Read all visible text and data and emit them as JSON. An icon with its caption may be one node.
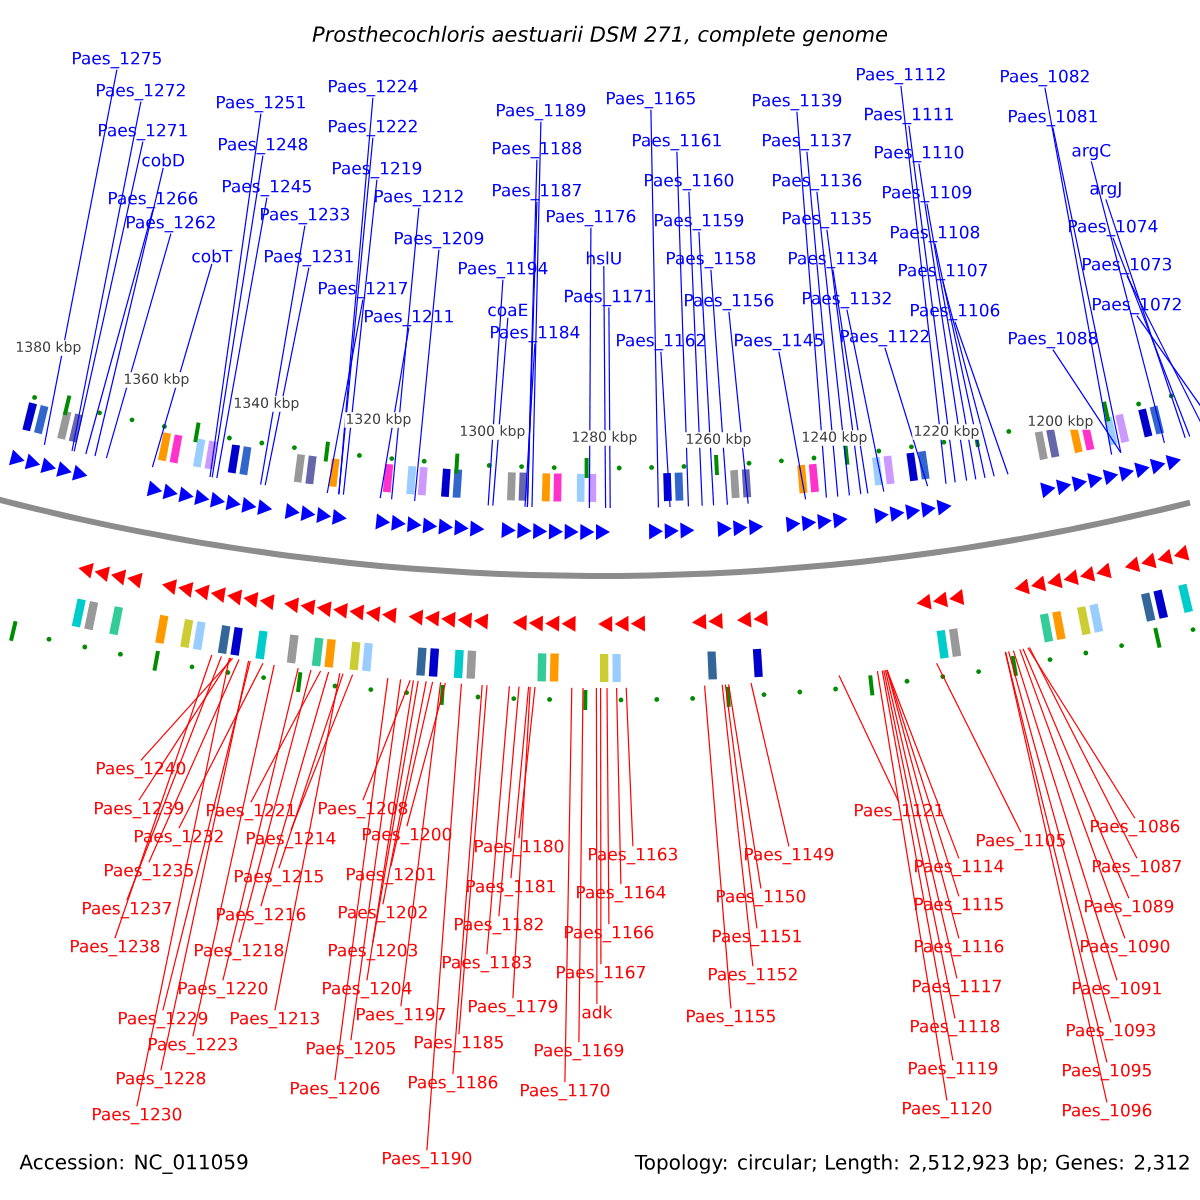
{
  "diagram": {
    "title": "Prosthecochloris aestuarii DSM 271, complete genome",
    "nodes": [
      {
        "text": [
          "Paes_1275"
        ]
      },
      {
        "text": [
          "Paes_1272"
        ]
      },
      {
        "text": [
          "Paes_1271"
        ]
      },
      {
        "text": [
          "cobD"
        ]
      },
      {
        "text": [
          "Paes_1266"
        ]
      },
      {
        "text": [
          "Paes_1262"
        ]
      },
      {
        "text": [
          "cobT"
        ]
      },
      {
        "text": [
          "Paes_1251"
        ]
      },
      {
        "text": [
          "Paes_1248"
        ]
      },
      {
        "text": [
          "Paes_1245"
        ]
      },
      {
        "text": [
          "Paes_1233"
        ]
      },
      {
        "text": [
          "Paes_1231"
        ]
      },
      {
        "text": [
          "Paes_1224"
        ]
      },
      {
        "text": [
          "Paes_1222"
        ]
      },
      {
        "text": [
          "Paes_1219"
        ]
      },
      {
        "text": [
          "Paes_1212"
        ]
      },
      {
        "text": [
          "Paes_1217"
        ]
      },
      {
        "text": [
          "Paes_1209"
        ]
      },
      {
        "text": [
          "Paes_1211"
        ]
      },
      {
        "text": [
          "Paes_1189"
        ]
      },
      {
        "text": [
          "Paes_1188"
        ]
      },
      {
        "text": [
          "Paes_1187"
        ]
      },
      {
        "text": [
          "Paes_1176"
        ]
      },
      {
        "text": [
          "Paes_1194"
        ]
      },
      {
        "text": [
          "hslU"
        ]
      },
      {
        "text": [
          "coaE"
        ]
      },
      {
        "text": [
          "Paes_1171"
        ]
      },
      {
        "text": [
          "Paes_1184"
        ]
      },
      {
        "text": [
          "Paes_1165"
        ]
      },
      {
        "text": [
          "Paes_1161"
        ]
      },
      {
        "text": [
          "Paes_1160"
        ]
      },
      {
        "text": [
          "Paes_1159"
        ]
      },
      {
        "text": [
          "Paes_1158"
        ]
      },
      {
        "text": [
          "Paes_1156"
        ]
      },
      {
        "text": [
          "Paes_1162"
        ]
      },
      {
        "text": [
          "Paes_1145"
        ]
      },
      {
        "text": [
          "Paes_1139"
        ]
      },
      {
        "text": [
          "Paes_1137"
        ]
      },
      {
        "text": [
          "Paes_1136"
        ]
      },
      {
        "text": [
          "Paes_1135"
        ]
      },
      {
        "text": [
          "Paes_1134"
        ]
      },
      {
        "text": [
          "Paes_1132"
        ]
      },
      {
        "text": [
          "Paes_1122"
        ]
      },
      {
        "text": [
          "Paes_1112"
        ]
      },
      {
        "text": [
          "Paes_1111"
        ]
      },
      {
        "text": [
          "Paes_1110"
        ]
      },
      {
        "text": [
          "Paes_1109"
        ]
      },
      {
        "text": [
          "Paes_1108"
        ]
      },
      {
        "text": [
          "Paes_1107"
        ]
      },
      {
        "text": [
          "Paes_1106"
        ]
      },
      {
        "text": [
          "Paes_1082"
        ]
      },
      {
        "text": [
          "Paes_1081"
        ]
      },
      {
        "text": [
          "argC"
        ]
      },
      {
        "text": [
          "argJ"
        ]
      },
      {
        "text": [
          "Paes_1074"
        ]
      },
      {
        "text": [
          "Paes_1073"
        ]
      },
      {
        "text": [
          "Paes_1072"
        ]
      },
      {
        "text": [
          "Paes_1088"
        ]
      },
      {
        "text": [
          "Paes_1240"
        ]
      },
      {
        "text": [
          "Paes_1239"
        ]
      },
      {
        "text": [
          "Paes_1232"
        ]
      },
      {
        "text": [
          "Paes_1235"
        ]
      },
      {
        "text": [
          "Paes_1237"
        ]
      },
      {
        "text": [
          "Paes_1238"
        ]
      },
      {
        "text": [
          "Paes_1229"
        ]
      },
      {
        "text": [
          "Paes_1223"
        ]
      },
      {
        "text": [
          "Paes_1228"
        ]
      },
      {
        "text": [
          "Paes_1230"
        ]
      },
      {
        "text": [
          "Paes_1221"
        ]
      },
      {
        "text": [
          "Paes_1214"
        ]
      },
      {
        "text": [
          "Paes_1215"
        ]
      },
      {
        "text": [
          "Paes_1216"
        ]
      },
      {
        "text": [
          "Paes_1218"
        ]
      },
      {
        "text": [
          "Paes_1220"
        ]
      },
      {
        "text": [
          "Paes_1213"
        ]
      },
      {
        "text": [
          "Paes_1208"
        ]
      },
      {
        "text": [
          "Paes_1200"
        ]
      },
      {
        "text": [
          "Paes_1201"
        ]
      },
      {
        "text": [
          "Paes_1202"
        ]
      },
      {
        "text": [
          "Paes_1203"
        ]
      },
      {
        "text": [
          "Paes_1204"
        ]
      },
      {
        "text": [
          "Paes_1197"
        ]
      },
      {
        "text": [
          "Paes_1205"
        ]
      },
      {
        "text": [
          "Paes_1206"
        ]
      },
      {
        "text": [
          "Paes_1190"
        ]
      },
      {
        "text": [
          "Paes_1180"
        ]
      },
      {
        "text": [
          "Paes_1181"
        ]
      },
      {
        "text": [
          "Paes_1182"
        ]
      },
      {
        "text": [
          "Paes_1183"
        ]
      },
      {
        "text": [
          "Paes_1179"
        ]
      },
      {
        "text": [
          "Paes_1185"
        ]
      },
      {
        "text": [
          "Paes_1186"
        ]
      },
      {
        "text": [
          "Paes_1163"
        ]
      },
      {
        "text": [
          "Paes_1164"
        ]
      },
      {
        "text": [
          "Paes_1166"
        ]
      },
      {
        "text": [
          "Paes_1167"
        ]
      },
      {
        "text": [
          "adk"
        ]
      },
      {
        "text": [
          "Paes_1169"
        ]
      },
      {
        "text": [
          "Paes_1170"
        ]
      },
      {
        "text": [
          "Paes_1149"
        ]
      },
      {
        "text": [
          "Paes_1150"
        ]
      },
      {
        "text": [
          "Paes_1151"
        ]
      },
      {
        "text": [
          "Paes_1152"
        ]
      },
      {
        "text": [
          "Paes_1155"
        ]
      },
      {
        "text": [
          "Paes_1121"
        ]
      },
      {
        "text": [
          "Paes_1114"
        ]
      },
      {
        "text": [
          "Paes_1115"
        ]
      },
      {
        "text": [
          "Paes_1116"
        ]
      },
      {
        "text": [
          "Paes_1117"
        ]
      },
      {
        "text": [
          "Paes_1118"
        ]
      },
      {
        "text": [
          "Paes_1119"
        ]
      },
      {
        "text": [
          "Paes_1120"
        ]
      },
      {
        "text": [
          "Paes_1105"
        ]
      },
      {
        "text": [
          "Paes_1086"
        ]
      },
      {
        "text": [
          "Paes_1087"
        ]
      },
      {
        "text": [
          "Paes_1089"
        ]
      },
      {
        "text": [
          "Paes_1090"
        ]
      },
      {
        "text": [
          "Paes_1091"
        ]
      },
      {
        "text": [
          "Paes_1093"
        ]
      },
      {
        "text": [
          "Paes_1095"
        ]
      },
      {
        "text": [
          "Paes_1096"
        ]
      }
    ],
    "edges": [
      {
        "from": 0,
        "to": null,
        "arrow": "none",
        "color": "#0000ff"
      },
      {
        "from": 1,
        "to": null,
        "arrow": "none",
        "color": "#0000ff"
      },
      {
        "from": 2,
        "to": null,
        "arrow": "none",
        "color": "#0000ff"
      },
      {
        "from": 3,
        "to": null,
        "arrow": "none",
        "color": "#0000ff"
      },
      {
        "from": 4,
        "to": null,
        "arrow": "none",
        "color": "#0000ff"
      },
      {
        "from": 5,
        "to": null,
        "arrow": "none",
        "color": "#0000ff"
      },
      {
        "from": 6,
        "to": null,
        "arrow": "none",
        "color": "#0000ff"
      },
      {
        "from": 7,
        "to": null,
        "arrow": "none",
        "color": "#0000ff"
      },
      {
        "from": 8,
        "to": null,
        "arrow": "none",
        "color": "#0000ff"
      },
      {
        "from": 9,
        "to": null,
        "arrow": "none",
        "color": "#0000ff"
      },
      {
        "from": 10,
        "to": null,
        "arrow": "none",
        "color": "#0000ff"
      },
      {
        "from": 11,
        "to": null,
        "arrow": "none",
        "color": "#0000ff"
      },
      {
        "from": 12,
        "to": null,
        "arrow": "none",
        "color": "#0000ff"
      },
      {
        "from": 13,
        "to": null,
        "arrow": "none",
        "color": "#0000ff"
      },
      {
        "from": 14,
        "to": null,
        "arrow": "none",
        "color": "#0000ff"
      },
      {
        "from": 15,
        "to": null,
        "arrow": "none",
        "color": "#0000ff"
      },
      {
        "from": 16,
        "to": null,
        "arrow": "none",
        "color": "#0000ff"
      },
      {
        "from": 17,
        "to": null,
        "arrow": "none",
        "color": "#0000ff"
      },
      {
        "from": 18,
        "to": null,
        "arrow": "none",
        "color": "#0000ff"
      },
      {
        "from": 19,
        "to": null,
        "arrow": "none",
        "color": "#0000ff"
      },
      {
        "from": 20,
        "to": null,
        "arrow": "none",
        "color": "#0000ff"
      },
      {
        "from": 21,
        "to": null,
        "arrow": "none",
        "color": "#0000ff"
      },
      {
        "from": 22,
        "to": null,
        "arrow": "none",
        "color": "#0000ff"
      },
      {
        "from": 23,
        "to": null,
        "arrow": "none",
        "color": "#0000ff"
      },
      {
        "from": 24,
        "to": null,
        "arrow": "none",
        "color": "#0000ff"
      },
      {
        "from": 25,
        "to": null,
        "arrow": "none",
        "color": "#0000ff"
      },
      {
        "from": 26,
        "to": null,
        "arrow": "none",
        "color": "#0000ff"
      },
      {
        "from": 27,
        "to": null,
        "arrow": "none",
        "color": "#0000ff"
      },
      {
        "from": 28,
        "to": null,
        "arrow": "none",
        "color": "#0000ff"
      },
      {
        "from": 29,
        "to": null,
        "arrow": "none",
        "color": "#0000ff"
      },
      {
        "from": 30,
        "to": null,
        "arrow": "none",
        "color": "#0000ff"
      },
      {
        "from": 31,
        "to": null,
        "arrow": "none",
        "color": "#0000ff"
      },
      {
        "from": 32,
        "to": null,
        "arrow": "none",
        "color": "#0000ff"
      },
      {
        "from": 33,
        "to": null,
        "arrow": "none",
        "color": "#0000ff"
      },
      {
        "from": 34,
        "to": null,
        "arrow": "none",
        "color": "#0000ff"
      },
      {
        "from": 35,
        "to": null,
        "arrow": "none",
        "color": "#0000ff"
      },
      {
        "from": 36,
        "to": null,
        "arrow": "none",
        "color": "#0000ff"
      },
      {
        "from": 37,
        "to": null,
        "arrow": "none",
        "color": "#0000ff"
      },
      {
        "from": 38,
        "to": null,
        "arrow": "none",
        "color": "#0000ff"
      },
      {
        "from": 39,
        "to": null,
        "arrow": "none",
        "color": "#0000ff"
      },
      {
        "from": 40,
        "to": null,
        "arrow": "none",
        "color": "#0000ff"
      },
      {
        "from": 41,
        "to": null,
        "arrow": "none",
        "color": "#0000ff"
      },
      {
        "from": 42,
        "to": null,
        "arrow": "none",
        "color": "#0000ff"
      },
      {
        "from": 43,
        "to": null,
        "arrow": "none",
        "color": "#0000ff"
      },
      {
        "from": 44,
        "to": null,
        "arrow": "none",
        "color": "#0000ff"
      },
      {
        "from": 45,
        "to": null,
        "arrow": "none",
        "color": "#0000ff"
      },
      {
        "from": 46,
        "to": null,
        "arrow": "none",
        "color": "#0000ff"
      },
      {
        "from": 47,
        "to": null,
        "arrow": "none",
        "color": "#0000ff"
      },
      {
        "from": 48,
        "to": null,
        "arrow": "none",
        "color": "#0000ff"
      },
      {
        "from": 49,
        "to": null,
        "arrow": "none",
        "color": "#0000ff"
      },
      {
        "from": 50,
        "to": null,
        "arrow": "none",
        "color": "#0000ff"
      },
      {
        "from": 51,
        "to": null,
        "arrow": "none",
        "color": "#0000ff"
      },
      {
        "from": 52,
        "to": null,
        "arrow": "none",
        "color": "#0000ff"
      },
      {
        "from": 53,
        "to": null,
        "arrow": "none",
        "color": "#0000ff"
      },
      {
        "from": 54,
        "to": null,
        "arrow": "none",
        "color": "#0000ff"
      },
      {
        "from": 55,
        "to": null,
        "arrow": "none",
        "color": "#0000ff"
      },
      {
        "from": 56,
        "to": null,
        "arrow": "none",
        "color": "#0000ff"
      },
      {
        "from": 57,
        "to": null,
        "arrow": "none",
        "color": "#0000ff"
      },
      {
        "from": 58,
        "to": null,
        "arrow": "none"
      },
      {
        "from": 59,
        "to": null,
        "arrow": "none"
      },
      {
        "from": 60,
        "to": null,
        "arrow": "none"
      },
      {
        "from": 61,
        "to": null,
        "arrow": "none"
      },
      {
        "from": 62,
        "to": null,
        "arrow": "none"
      },
      {
        "from": 63,
        "to": null,
        "arrow": "none"
      },
      {
        "from": 64,
        "to": null,
        "arrow": "none"
      },
      {
        "from": 65,
        "to": null,
        "arrow": "none"
      },
      {
        "from": 66,
        "to": null,
        "arrow": "none"
      },
      {
        "from": 67,
        "to": null,
        "arrow": "none"
      },
      {
        "from": 68,
        "to": null,
        "arrow": "none"
      },
      {
        "from": 69,
        "to": null,
        "arrow": "none"
      },
      {
        "from": 70,
        "to": null,
        "arrow": "none"
      },
      {
        "from": 71,
        "to": null,
        "arrow": "none"
      },
      {
        "from": 72,
        "to": null,
        "arrow": "none"
      },
      {
        "from": 73,
        "to": null,
        "arrow": "none"
      },
      {
        "from": 74,
        "to": null,
        "arrow": "none"
      },
      {
        "from": 75,
        "to": null,
        "arrow": "none"
      },
      {
        "from": 76,
        "to": null,
        "arrow": "none"
      },
      {
        "from": 77,
        "to": null,
        "arrow": "none"
      },
      {
        "from": 78,
        "to": null,
        "arrow": "none"
      },
      {
        "from": 79,
        "to": null,
        "arrow": "none"
      },
      {
        "from": 80,
        "to": null,
        "arrow": "none"
      },
      {
        "from": 81,
        "to": null,
        "arrow": "none"
      },
      {
        "from": 82,
        "to": null,
        "arrow": "none"
      },
      {
        "from": 83,
        "to": null,
        "arrow": "none"
      },
      {
        "from": 84,
        "to": null,
        "arrow": "none"
      },
      {
        "from": 85,
        "to": null,
        "arrow": "none"
      },
      {
        "from": 86,
        "to": null,
        "arrow": "none"
      },
      {
        "from": 87,
        "to": null,
        "arrow": "none"
      },
      {
        "from": 88,
        "to": null,
        "arrow": "none"
      },
      {
        "from": 89,
        "to": null,
        "arrow": "none"
      },
      {
        "from": 90,
        "to": null,
        "arrow": "none"
      },
      {
        "from": 91,
        "to": null,
        "arrow": "none"
      },
      {
        "from": 92,
        "to": null,
        "arrow": "none"
      },
      {
        "from": 93,
        "to": null,
        "arrow": "none"
      },
      {
        "from": 94,
        "to": null,
        "arrow": "none"
      },
      {
        "from": 95,
        "to": null,
        "arrow": "none"
      },
      {
        "from": 96,
        "to": null,
        "arrow": "none"
      },
      {
        "from": 97,
        "to": null,
        "arrow": "none"
      },
      {
        "from": 98,
        "to": null,
        "arrow": "none"
      },
      {
        "from": 99,
        "to": null,
        "arrow": "none"
      },
      {
        "from": 100,
        "to": null,
        "arrow": "none"
      },
      {
        "from": 101,
        "to": null,
        "arrow": "none"
      },
      {
        "from": 102,
        "to": null,
        "arrow": "none"
      },
      {
        "from": 103,
        "to": null,
        "arrow": "none"
      },
      {
        "from": 104,
        "to": null,
        "arrow": "none"
      },
      {
        "from": 105,
        "to": null,
        "arrow": "none"
      },
      {
        "from": 106,
        "to": null,
        "arrow": "none"
      },
      {
        "from": 107,
        "to": null,
        "arrow": "none"
      },
      {
        "from": 108,
        "to": null,
        "arrow": "none"
      },
      {
        "from": 109,
        "to": null,
        "arrow": "none"
      },
      {
        "from": 110,
        "to": null,
        "arrow": "none"
      },
      {
        "from": 111,
        "to": null,
        "arrow": "none"
      },
      {
        "from": 112,
        "to": null,
        "arrow": "none"
      },
      {
        "from": 113,
        "to": null,
        "arrow": "none"
      },
      {
        "from": 114,
        "to": null,
        "arrow": "none"
      },
      {
        "from": 115,
        "to": null,
        "arrow": "none"
      },
      {
        "from": 116,
        "to": null,
        "arrow": "none"
      },
      {
        "from": 117,
        "to": null,
        "arrow": "none"
      },
      {
        "from": 118,
        "to": null,
        "arrow": "none"
      },
      {
        "from": 119,
        "to": null,
        "arrow": "none"
      },
      {
        "from": 120,
        "to": null,
        "arrow": "none"
      }
    ],
    "labels": [
      "1380 kbp",
      "1360 kbp",
      "1340 kbp",
      "1320 kbp",
      "1300 kbp",
      "1280 kbp",
      "1260 kbp",
      "1240 kbp",
      "1220 kbp",
      "1200 kbp",
      "Accession: NC_011059",
      "Topology: circular; Length: 2,512,923 bp; Genes: 2,312"
    ]
  }
}
